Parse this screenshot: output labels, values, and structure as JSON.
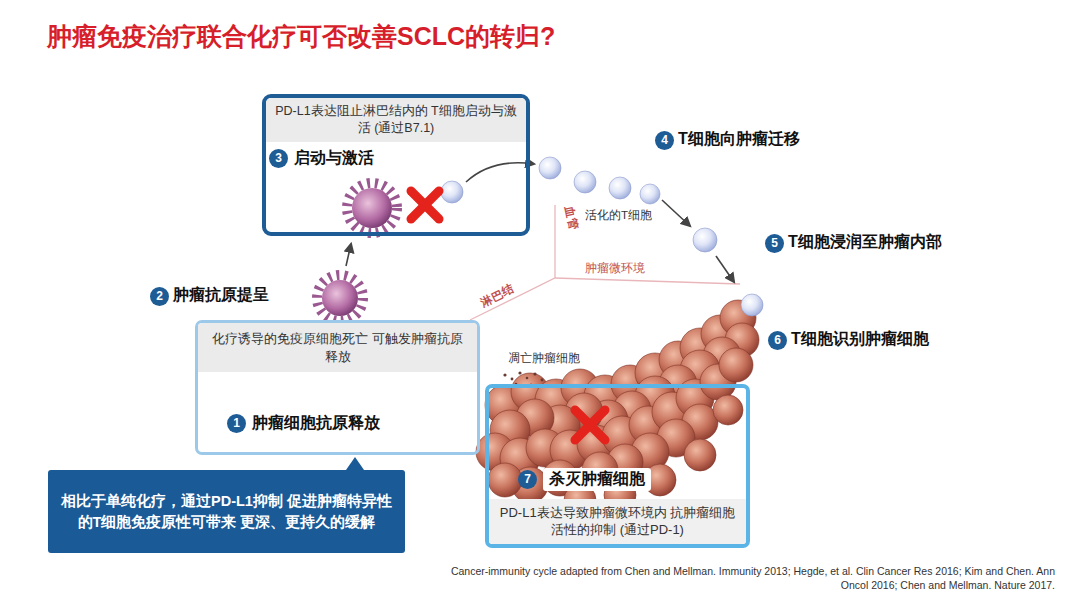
{
  "diagram": {
    "title": "肿瘤免疫治疗联合化疗可否改善SCLC的转归?",
    "caption": "Cancer-immunity cycle adapted from Chen and Mellman. Immunity 2013; Hegde, et al. Clin Cancer Res 2016; Kim and Chen. Ann Oncol 2016; Chen and Mellman. Nature 2017.",
    "nodes": [
      {
        "text": [
          "PD-L1表达阻止淋巴结内的 T细胞启动与激活 (通过B7.1)",
          "启动与激活"
        ]
      },
      {
        "text": [
          "化疗诱导的免疫原细胞死亡 可触发肿瘤抗原释放",
          "肿瘤细胞抗原释放"
        ]
      },
      {
        "text": [
          "杀灭肿瘤细胞",
          "PD-L1表达导致肿瘤微环境内 抗肿瘤细胞活性的抑制 (通过PD-1)"
        ]
      },
      {
        "text": [
          "相比于单纯化疗，通过PD-L1抑制 促进肿瘤特异性的T细胞免疫原性可带来 更深、更持久的缓解"
        ]
      }
    ],
    "edges": [
      {
        "from": 3,
        "to": 1,
        "arrow": "to"
      }
    ],
    "labels": [
      "3",
      "4",
      "T细胞向肿瘤迁移",
      "5",
      "T细胞浸润至肿瘤内部",
      "6",
      "T细胞识别肿瘤细胞",
      "2",
      "肿瘤抗原提呈",
      "1",
      "7",
      "血管",
      "活化的T细胞",
      "淋巴结",
      "肿瘤微环境",
      "凋亡肿瘤细胞"
    ]
  }
}
